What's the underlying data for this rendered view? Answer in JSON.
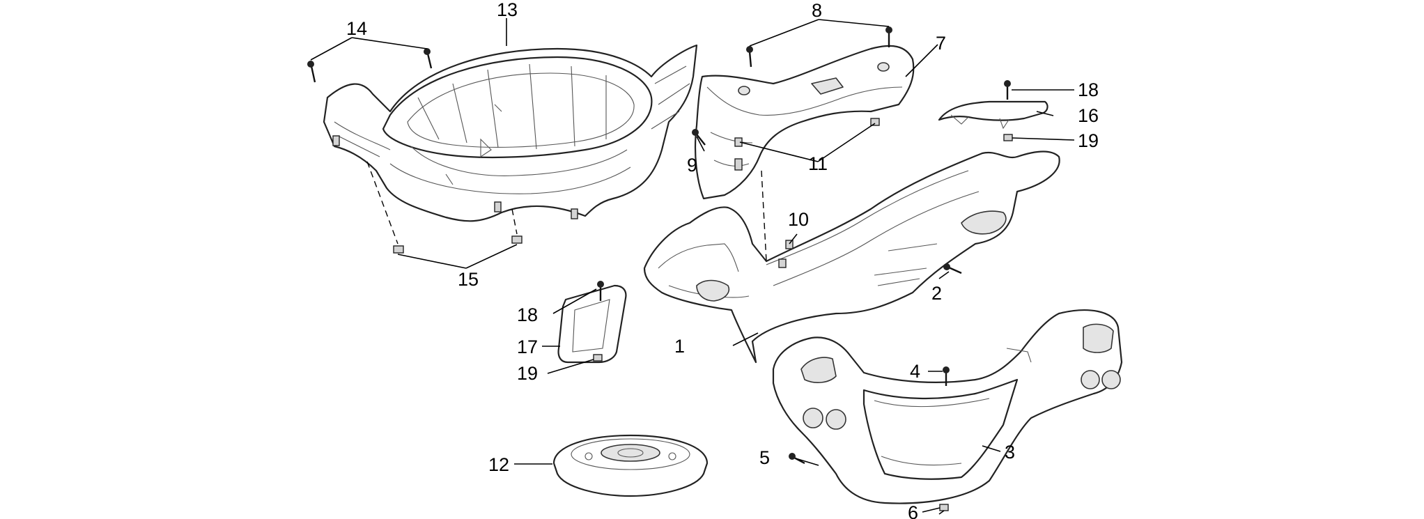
{
  "diagram": {
    "callouts": [
      {
        "id": "1",
        "label": "1"
      },
      {
        "id": "2",
        "label": "2"
      },
      {
        "id": "3",
        "label": "3"
      },
      {
        "id": "4",
        "label": "4"
      },
      {
        "id": "5",
        "label": "5"
      },
      {
        "id": "6",
        "label": "6"
      },
      {
        "id": "7",
        "label": "7"
      },
      {
        "id": "8",
        "label": "8"
      },
      {
        "id": "9",
        "label": "9"
      },
      {
        "id": "10",
        "label": "10"
      },
      {
        "id": "11",
        "label": "11"
      },
      {
        "id": "12",
        "label": "12"
      },
      {
        "id": "13",
        "label": "13"
      },
      {
        "id": "14",
        "label": "14"
      },
      {
        "id": "15",
        "label": "15"
      },
      {
        "id": "16",
        "label": "16"
      },
      {
        "id": "17",
        "label": "17"
      },
      {
        "id": "18a",
        "label": "18"
      },
      {
        "id": "18b",
        "label": "18"
      },
      {
        "id": "19a",
        "label": "19"
      },
      {
        "id": "19b",
        "label": "19"
      }
    ]
  }
}
